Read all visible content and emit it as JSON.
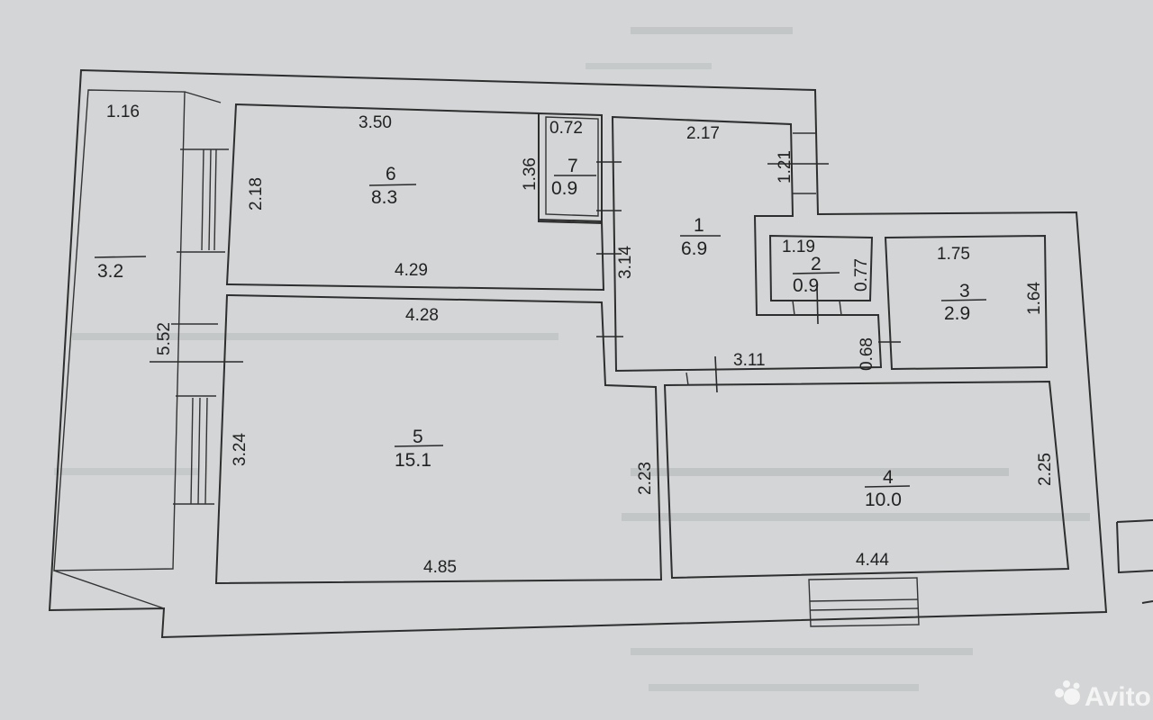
{
  "rooms": {
    "r1": {
      "number": "1",
      "area": "6.9"
    },
    "r2": {
      "number": "2",
      "area": "0.9"
    },
    "r3": {
      "number": "3",
      "area": "2.9"
    },
    "r4": {
      "number": "4",
      "area": "10.0"
    },
    "r5": {
      "number": "5",
      "area": "15.1"
    },
    "r6": {
      "number": "6",
      "area": "8.3"
    },
    "r7": {
      "number": "7",
      "area": "0.9"
    },
    "balcony": {
      "area": "3.2"
    }
  },
  "dimensions": {
    "balcony_top": "1.16",
    "balcony_side": "5.52",
    "r6_top": "3.50",
    "r6_side": "2.18",
    "r6_bottom": "4.29",
    "r7_top": "0.72",
    "r7_side": "1.36",
    "r1_top": "2.17",
    "r1_right": "1.21",
    "r1_side": "3.14",
    "r1_bottom": "3.11",
    "r2_top": "1.19",
    "r2_side": "0.77",
    "r3_top": "1.75",
    "r3_side": "1.64",
    "r3_bottom_side": "0.68",
    "r5_top": "4.28",
    "r5_left": "3.24",
    "r5_right": "2.23",
    "r5_bottom": "4.85",
    "r4_right": "2.25",
    "r4_bottom": "4.44"
  },
  "watermark": "Avito"
}
